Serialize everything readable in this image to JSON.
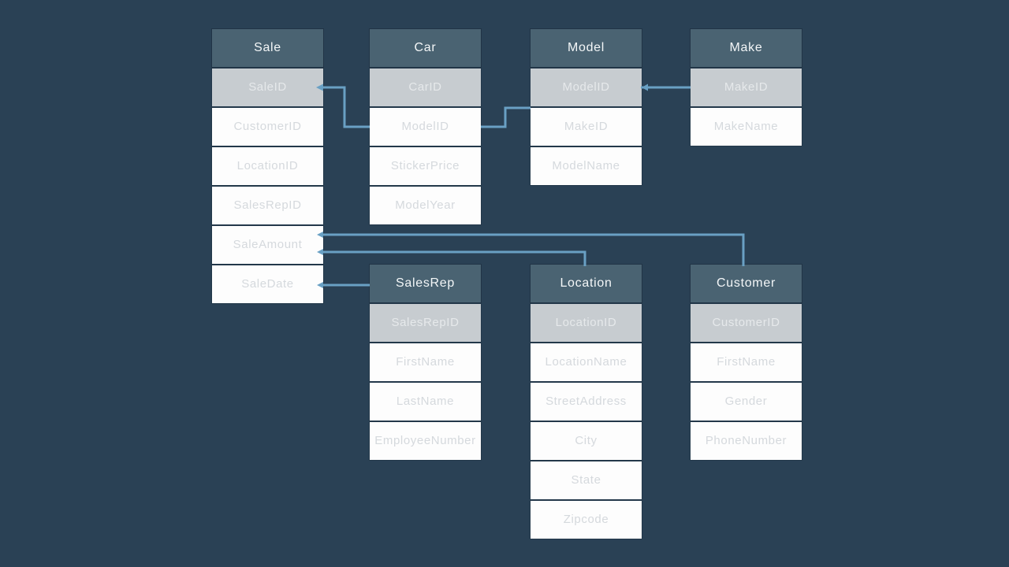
{
  "colors": {
    "background": "#2a4155",
    "table_header": "#4a6372",
    "table_header_text": "#f4f7f8",
    "key_row": "#c7ccd0",
    "key_row_text": "#e6e9eb",
    "row": "#fdfdfd",
    "row_text": "#d5d9dd",
    "connector": "#69a0c4"
  },
  "tables": [
    {
      "id": "sale",
      "title": "Sale",
      "fields": [
        {
          "label": "SaleID",
          "key": true
        },
        {
          "label": "CustomerID",
          "key": false
        },
        {
          "label": "LocationID",
          "key": false
        },
        {
          "label": "SalesRepID",
          "key": false
        },
        {
          "label": "SaleAmount",
          "key": false
        },
        {
          "label": "SaleDate",
          "key": false
        }
      ]
    },
    {
      "id": "car",
      "title": "Car",
      "fields": [
        {
          "label": "CarID",
          "key": true
        },
        {
          "label": "ModelID",
          "key": false
        },
        {
          "label": "StickerPrice",
          "key": false
        },
        {
          "label": "ModelYear",
          "key": false
        }
      ]
    },
    {
      "id": "model",
      "title": "Model",
      "fields": [
        {
          "label": "ModelID",
          "key": true
        },
        {
          "label": "MakeID",
          "key": false
        },
        {
          "label": "ModelName",
          "key": false
        }
      ]
    },
    {
      "id": "make",
      "title": "Make",
      "fields": [
        {
          "label": "MakeID",
          "key": true
        },
        {
          "label": "MakeName",
          "key": false
        }
      ]
    },
    {
      "id": "salesrep",
      "title": "SalesRep",
      "fields": [
        {
          "label": "SalesRepID",
          "key": true
        },
        {
          "label": "FirstName",
          "key": false
        },
        {
          "label": "LastName",
          "key": false
        },
        {
          "label": "EmployeeNumber",
          "key": false
        }
      ]
    },
    {
      "id": "location",
      "title": "Location",
      "fields": [
        {
          "label": "LocationID",
          "key": true
        },
        {
          "label": "LocationName",
          "key": false
        },
        {
          "label": "StreetAddress",
          "key": false
        },
        {
          "label": "City",
          "key": false
        },
        {
          "label": "State",
          "key": false
        },
        {
          "label": "Zipcode",
          "key": false
        }
      ]
    },
    {
      "id": "customer",
      "title": "Customer",
      "fields": [
        {
          "label": "CustomerID",
          "key": true
        },
        {
          "label": "FirstName",
          "key": false
        },
        {
          "label": "Gender",
          "key": false
        },
        {
          "label": "PhoneNumber",
          "key": false
        }
      ]
    }
  ],
  "connections": [
    {
      "from": "Sale.SaleID",
      "to": "Car.ModelID"
    },
    {
      "from": "Car.ModelID",
      "to": "Model.ModelID"
    },
    {
      "from": "Model.ModelID",
      "to": "Make.MakeID"
    },
    {
      "from": "Sale.SaleAmount",
      "to": "Customer"
    },
    {
      "from": "Sale.SaleAmount",
      "to": "Location"
    },
    {
      "from": "Sale.SaleDate",
      "to": "SalesRep"
    }
  ]
}
